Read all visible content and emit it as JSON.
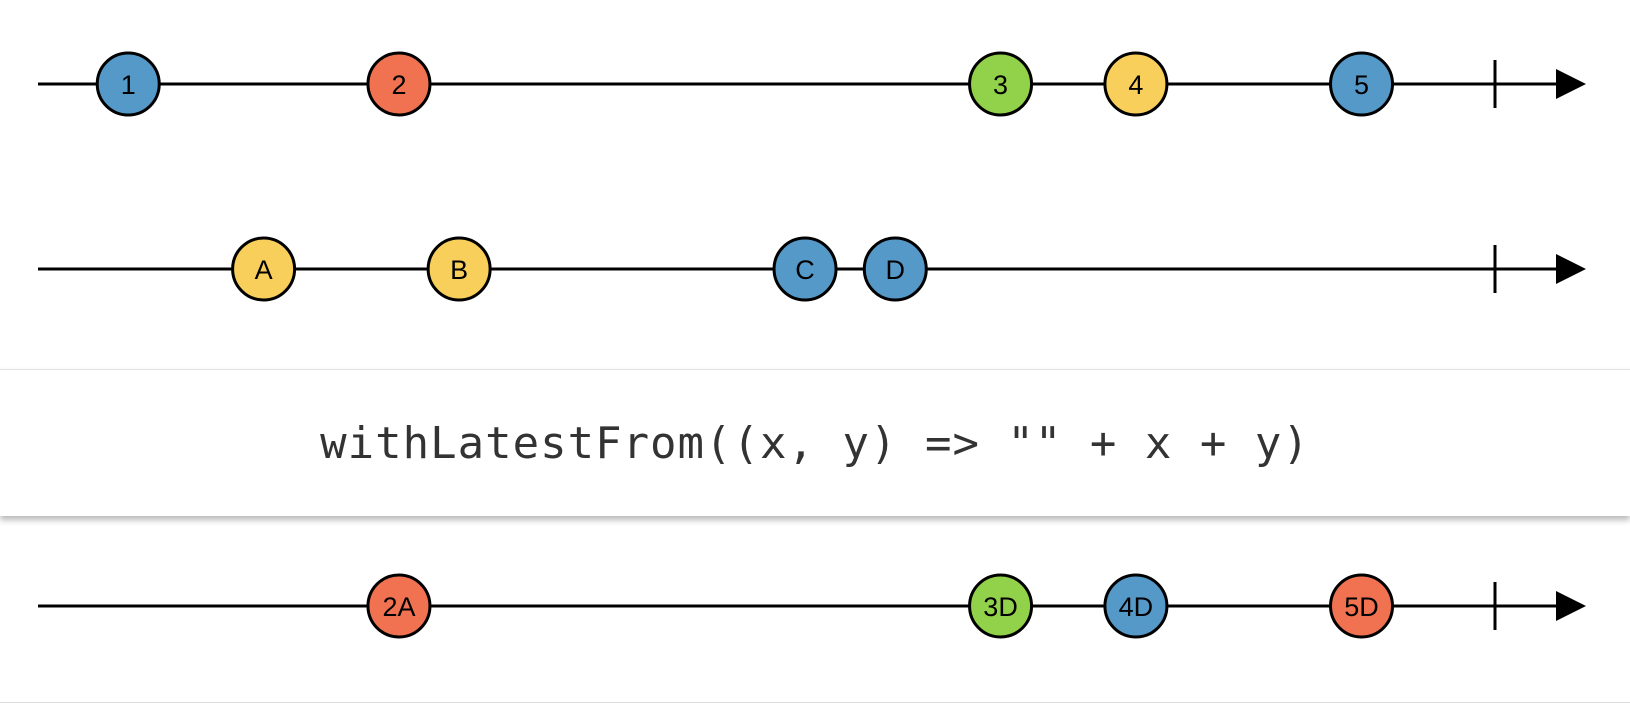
{
  "operator": {
    "label": "withLatestFrom((x, y) => \"\" + x + y)"
  },
  "colors": {
    "blue": "#5599c9",
    "red": "#f07250",
    "green": "#92d24a",
    "yellow": "#f9cf5b",
    "line": "#000000"
  },
  "timelines": [
    {
      "id": "source-timeline",
      "marbles": [
        {
          "label": "1",
          "t": 0.06,
          "color": "blue"
        },
        {
          "label": "2",
          "t": 0.24,
          "color": "red"
        },
        {
          "label": "3",
          "t": 0.64,
          "color": "green"
        },
        {
          "label": "4",
          "t": 0.73,
          "color": "yellow"
        },
        {
          "label": "5",
          "t": 0.88,
          "color": "blue"
        }
      ],
      "completed": true
    },
    {
      "id": "other-timeline",
      "marbles": [
        {
          "label": "A",
          "t": 0.15,
          "color": "yellow"
        },
        {
          "label": "B",
          "t": 0.28,
          "color": "yellow"
        },
        {
          "label": "C",
          "t": 0.51,
          "color": "blue"
        },
        {
          "label": "D",
          "t": 0.57,
          "color": "blue"
        }
      ],
      "completed": true
    },
    {
      "id": "result-timeline",
      "marbles": [
        {
          "label": "2A",
          "t": 0.24,
          "color": "red"
        },
        {
          "label": "3D",
          "t": 0.64,
          "color": "green"
        },
        {
          "label": "4D",
          "t": 0.73,
          "color": "blue"
        },
        {
          "label": "5D",
          "t": 0.88,
          "color": "red"
        }
      ],
      "completed": true
    }
  ]
}
